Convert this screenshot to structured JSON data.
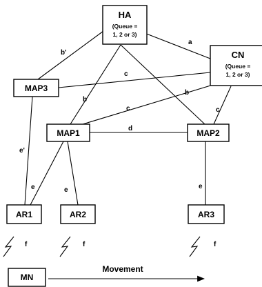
{
  "nodes": {
    "ha": {
      "label": "HA",
      "sub1": "(Queue =",
      "sub2": "1, 2 or 3)"
    },
    "cn": {
      "label": "CN",
      "sub1": "(Queue =",
      "sub2": "1, 2 or 3)"
    },
    "map1": {
      "label": "MAP1"
    },
    "map2": {
      "label": "MAP2"
    },
    "map3": {
      "label": "MAP3"
    },
    "ar1": {
      "label": "AR1"
    },
    "ar2": {
      "label": "AR2"
    },
    "ar3": {
      "label": "AR3"
    },
    "mn": {
      "label": "MN"
    }
  },
  "links": {
    "ha_cn": "a",
    "ha_map3": "b'",
    "map3_cn": "c",
    "ha_map1": "b",
    "ha_map2": "b",
    "cn_map1": "c",
    "cn_map2": "c",
    "map1_map2": "d",
    "map3_ar1": "e'",
    "map1_ar1": "e",
    "map1_ar2": "e",
    "map2_ar3": "e",
    "ar1_wireless": "f",
    "ar2_wireless": "f",
    "ar3_wireless": "f"
  },
  "movement": {
    "label": "Movement"
  },
  "icons": {
    "wireless": "lightning-icon",
    "movement": "arrow-right-icon"
  }
}
